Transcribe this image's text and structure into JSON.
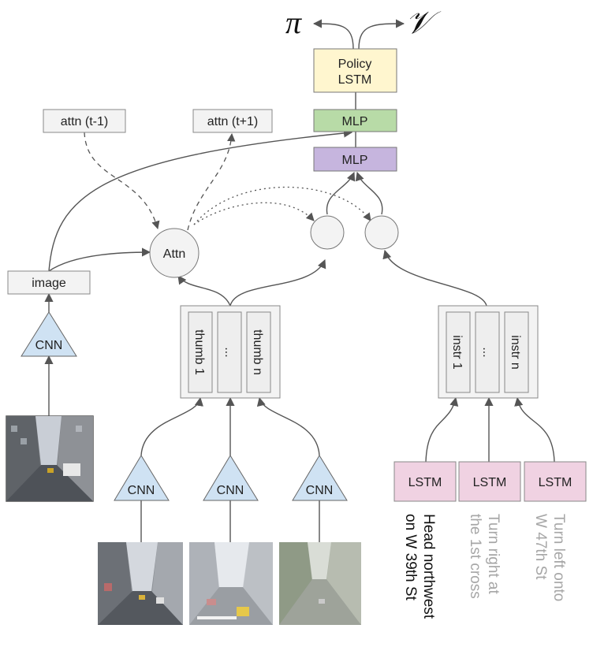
{
  "outputs": {
    "policy_symbol": "π",
    "value_symbol": "𝒱"
  },
  "policy_lstm": {
    "line1": "Policy",
    "line2": "LSTM"
  },
  "mlp_top": "MLP",
  "mlp_bottom": "MLP",
  "attn_prev": "attn (t-1)",
  "attn_next": "attn (t+1)",
  "attn_node": "Attn",
  "image_box": "image",
  "cnn_label": "CNN",
  "thumbs": [
    "thumb 1",
    "...",
    "thumb n"
  ],
  "instrs": [
    "instr 1",
    "...",
    "instr n"
  ],
  "lstm_label": "LSTM",
  "instructions": [
    {
      "line1": "Head northwest",
      "line2": "on W 39th St"
    },
    {
      "line1": "Turn right at",
      "line2": "the 1st cross"
    },
    {
      "line1": "Turn left onto",
      "line2": "W 47th St"
    }
  ],
  "colors": {
    "policy": "#fff6cf",
    "mlp_green": "#b8dba7",
    "mlp_purple": "#c6b5de",
    "cnn": "#cfe2f3",
    "lstm": "#f0d2e2",
    "box": "#f3f3f3",
    "edge": "#555555",
    "instr_active": "#111111",
    "instr_faded": "#a6a6a6"
  }
}
